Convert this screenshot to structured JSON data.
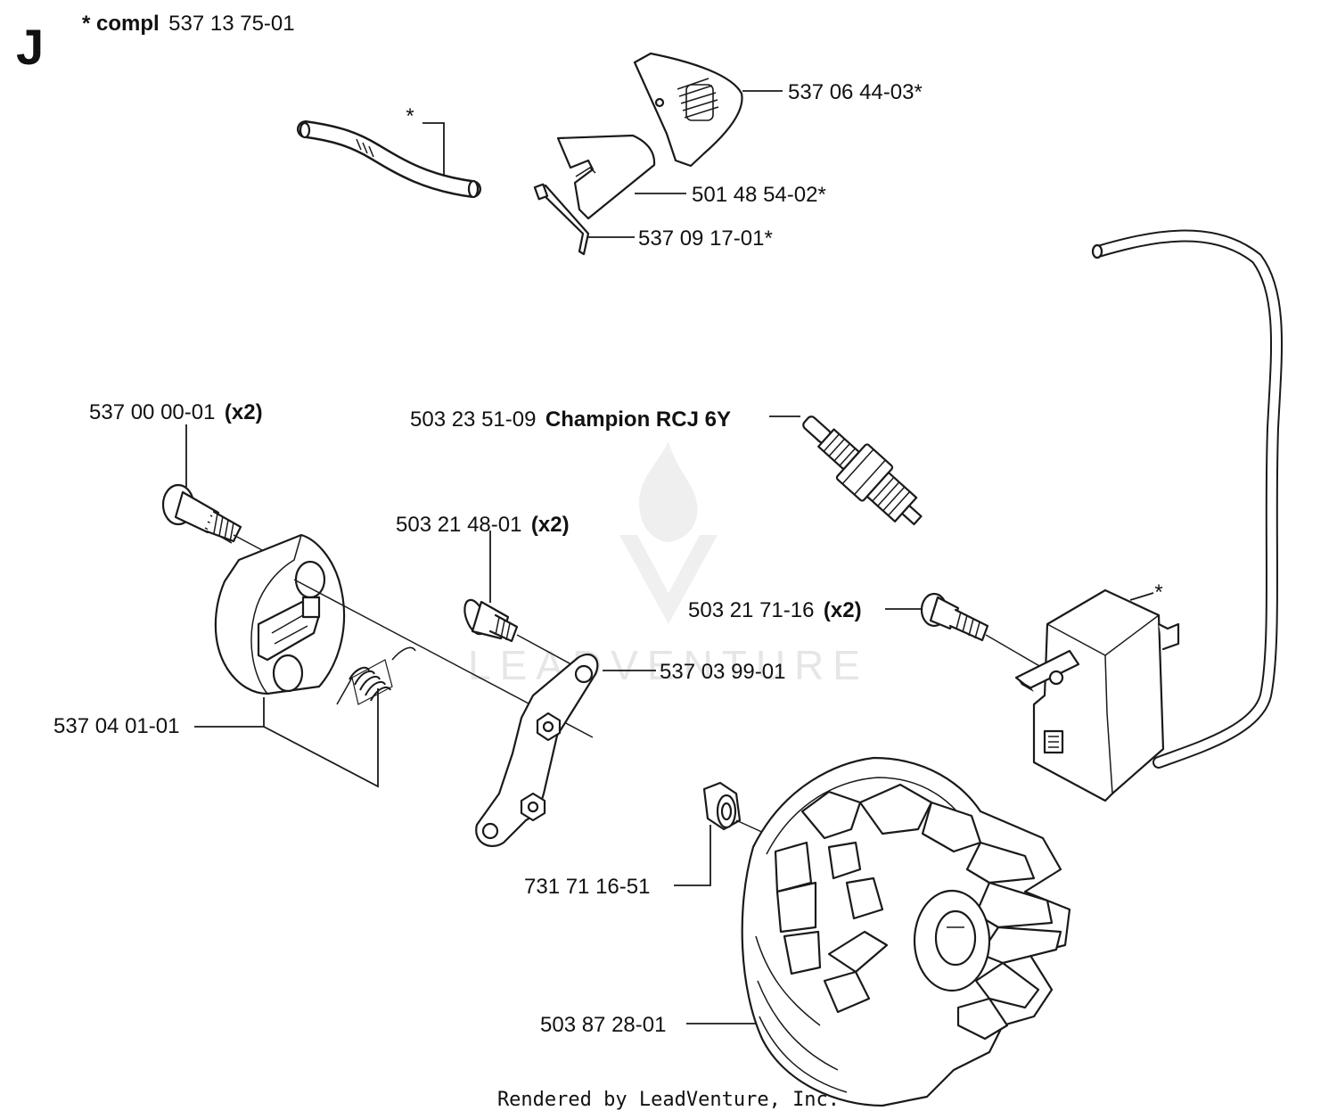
{
  "header": {
    "section_letter": "J",
    "assembly_prefix": "* compl",
    "assembly_number": "537 13 75-01"
  },
  "watermark": {
    "text": "LEADVENTURE"
  },
  "labels": {
    "air_deflector": "537 06 44-03*",
    "air_guide_plate": "501 48 54-02*",
    "wire_clip": "537 09 17-01*",
    "hose_asterisk": "*",
    "screw_clutch": {
      "number": "537 00 00-01",
      "qty": "(x2)"
    },
    "spark_plug": {
      "number": "503 23 51-09",
      "brand": "Champion RCJ 6Y"
    },
    "screw_link": {
      "number": "503 21 48-01",
      "qty": "(x2)"
    },
    "screw_module": {
      "number": "503 21 71-16",
      "qty": "(x2)"
    },
    "module_asterisk": "*",
    "link_arm": "537 03 99-01",
    "clutch": "537 04 01-01",
    "nut": "731 71 16-51",
    "flywheel": "503 87 28-01"
  },
  "footer": {
    "text": "Rendered by LeadVenture, Inc."
  }
}
